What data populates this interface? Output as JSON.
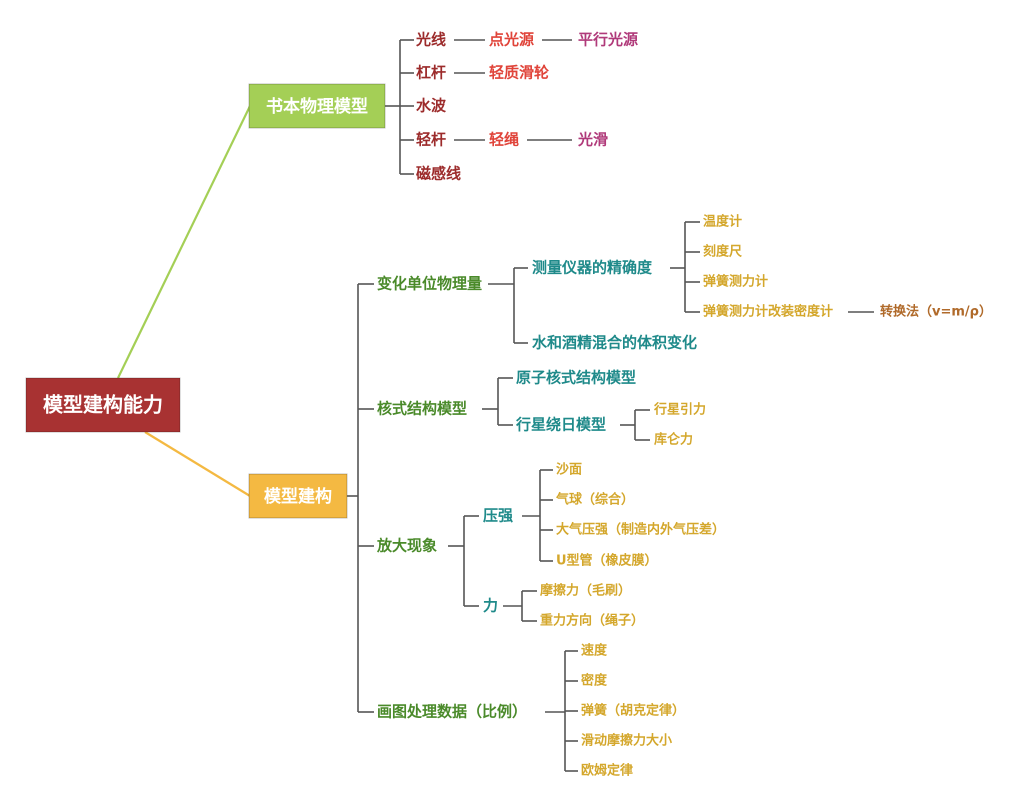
{
  "root": {
    "label": "模型建构能力",
    "color": "#a83232"
  },
  "branch_book": {
    "label": "书本物理模型",
    "color": "#a4cf56",
    "items": [
      {
        "label": "光线",
        "children": [
          {
            "label": "点光源",
            "children": [
              {
                "label": "平行光源"
              }
            ]
          }
        ]
      },
      {
        "label": "杠杆",
        "children": [
          {
            "label": "轻质滑轮"
          }
        ]
      },
      {
        "label": "水波"
      },
      {
        "label": "轻杆",
        "children": [
          {
            "label": "轻绳",
            "children": [
              {
                "label": "光滑"
              }
            ]
          }
        ]
      },
      {
        "label": "磁感线"
      }
    ]
  },
  "branch_model": {
    "label": "模型建构",
    "color": "#f4b942",
    "items": [
      {
        "label": "变化单位物理量",
        "children": [
          {
            "label": "测量仪器的精确度",
            "children": [
              {
                "label": "温度计"
              },
              {
                "label": "刻度尺"
              },
              {
                "label": "弹簧测力计"
              },
              {
                "label": "弹簧测力计改装密度计",
                "children": [
                  {
                    "label": "转换法（v=m/ρ）"
                  }
                ]
              }
            ]
          },
          {
            "label": "水和酒精混合的体积变化"
          }
        ]
      },
      {
        "label": "核式结构模型",
        "children": [
          {
            "label": "原子核式结构模型"
          },
          {
            "label": "行星绕日模型",
            "children": [
              {
                "label": "行星引力"
              },
              {
                "label": "库仑力"
              }
            ]
          }
        ]
      },
      {
        "label": "放大现象",
        "children": [
          {
            "label": "压强",
            "children": [
              {
                "label": "沙面"
              },
              {
                "label": "气球（综合）"
              },
              {
                "label": "大气压强（制造内外气压差）"
              },
              {
                "label": "U型管（橡皮膜）"
              }
            ]
          },
          {
            "label": "力",
            "children": [
              {
                "label": "摩擦力（毛刷）"
              },
              {
                "label": "重力方向（绳子）"
              }
            ]
          }
        ]
      },
      {
        "label": "画图处理数据（比例）",
        "children": [
          {
            "label": "速度"
          },
          {
            "label": "密度"
          },
          {
            "label": "弹簧（胡克定律）"
          },
          {
            "label": "滑动摩擦力大小"
          },
          {
            "label": "欧姆定律"
          }
        ]
      }
    ]
  },
  "colors": {
    "lv1_book": "#9c2b2b",
    "lv2_book": "#e0443a",
    "lv3_book": "#b03a7a",
    "lv1_model": "#4a8a2a",
    "lv2_model": "#1f8a8a",
    "leaf": "#d4a72c",
    "leaf_far": "#b06a2a",
    "line": "#555555",
    "link_book": "#a4cf56",
    "link_model": "#f4b942"
  }
}
